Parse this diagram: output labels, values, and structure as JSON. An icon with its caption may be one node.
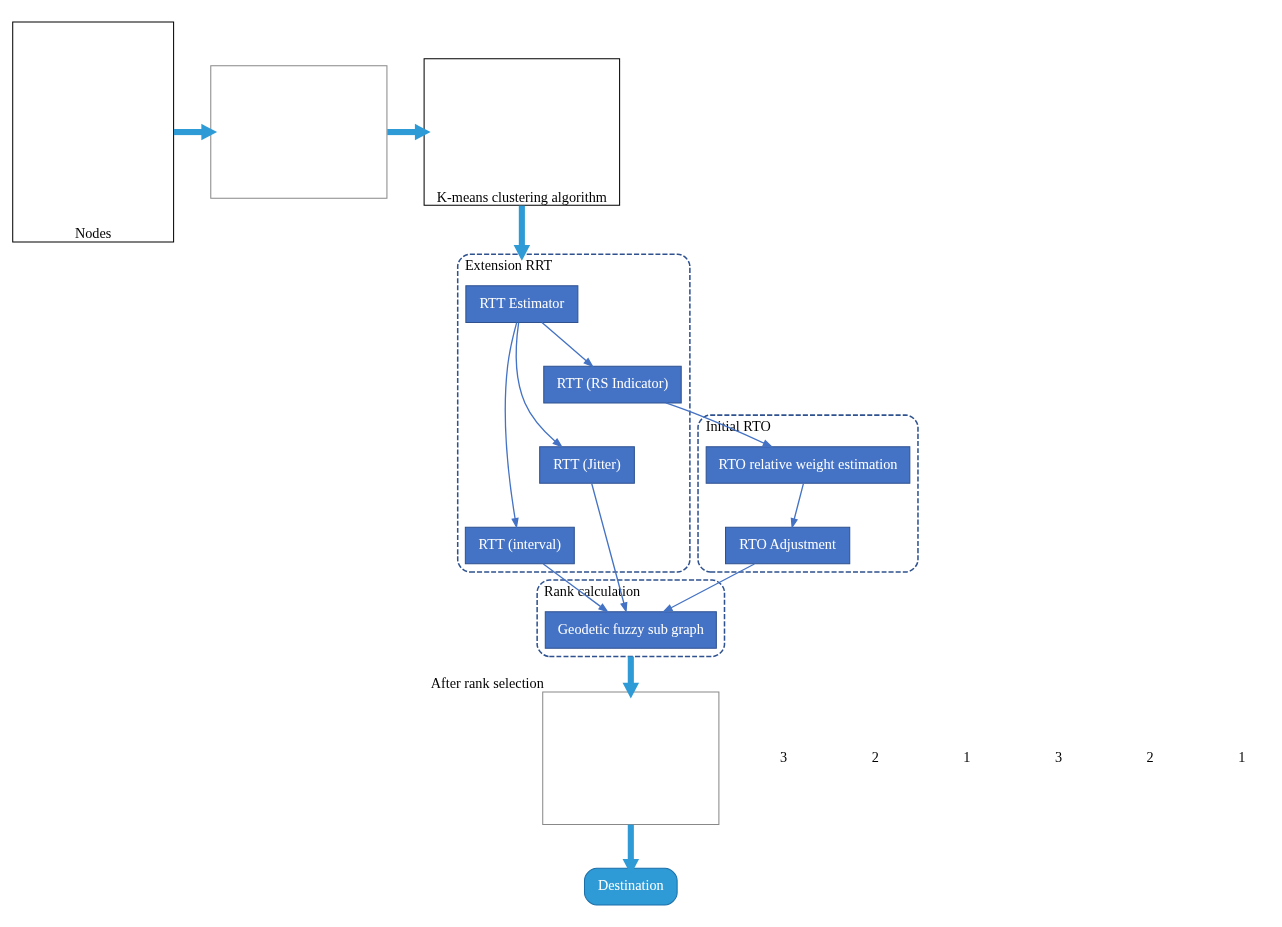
{
  "diagram": {
    "nodes": [
      {
        "text": [
          "Nodes"
        ]
      },
      {
        "text": [],
        "shape": "box"
      },
      {
        "text": [
          "K-means clustering algorithm"
        ]
      },
      {
        "text": [
          "Extension RRT"
        ]
      },
      {
        "text": [
          "RTT Estimator"
        ],
        "in": 3
      },
      {
        "text": [
          "RTT (Jitter)"
        ],
        "in": 3
      },
      {
        "text": [
          "RTT (interval)"
        ],
        "in": 3
      },
      {
        "text": [
          "RTT (RS Indicator)"
        ],
        "in": 3
      },
      {
        "text": [
          "Rank calculation"
        ]
      },
      {
        "text": [
          "Geodetic fuzzy sub graph"
        ],
        "in": 8
      },
      {
        "text": [
          "Initial RTO"
        ]
      },
      {
        "text": [
          "RTO relative weight estimation"
        ],
        "in": 10
      },
      {
        "text": [
          "RTO Adjustment"
        ],
        "in": 10
      },
      {
        "text": [],
        "shape": "box",
        "beside": [
          "After rank selection"
        ]
      },
      {
        "text": [
          "Destination"
        ]
      }
    ],
    "edges": [
      {
        "from": 0,
        "to": 1,
        "arrow": "to",
        "style": "thick",
        "color": "#2e9bd6"
      },
      {
        "from": 1,
        "to": 2,
        "arrow": "to",
        "style": "thick",
        "color": "#2e9bd6"
      },
      {
        "from": 2,
        "to": 3,
        "arrow": "to",
        "style": "thick",
        "color": "#2e9bd6"
      },
      {
        "from": 4,
        "to": 5,
        "arrow": "to"
      },
      {
        "from": 4,
        "to": 6,
        "arrow": "to"
      },
      {
        "from": 4,
        "to": 7,
        "arrow": "to"
      },
      {
        "from": 5,
        "to": 9,
        "arrow": "to"
      },
      {
        "from": 6,
        "to": 9,
        "arrow": "to"
      },
      {
        "from": 7,
        "to": 11,
        "arrow": "to"
      },
      {
        "from": 11,
        "to": 12,
        "arrow": "to"
      },
      {
        "from": 12,
        "to": 9,
        "arrow": "to"
      },
      {
        "from": 8,
        "to": 13,
        "arrow": "to",
        "style": "thick",
        "color": "#2e9bd6"
      },
      {
        "from": 13,
        "to": 14,
        "arrow": "to",
        "style": "thick",
        "color": "#2e9bd6"
      }
    ],
    "labels": [
      "3",
      "2",
      "1",
      "3",
      "2",
      "1"
    ]
  }
}
